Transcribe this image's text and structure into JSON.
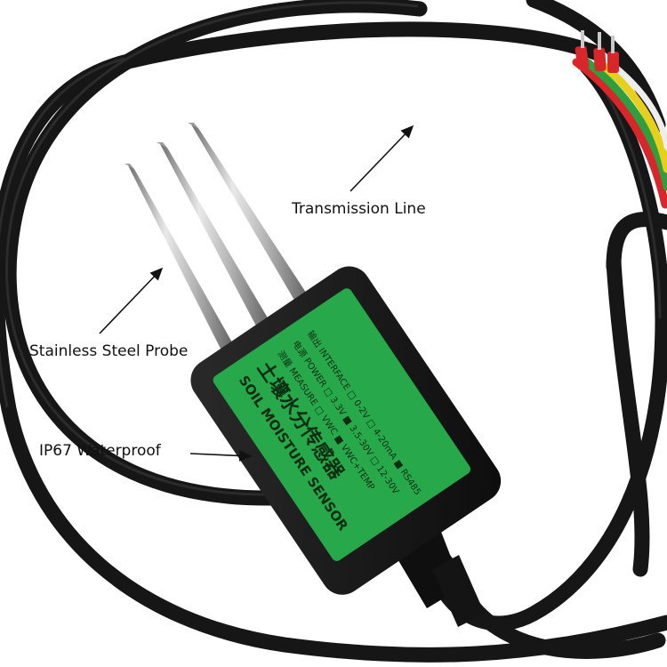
{
  "callouts": {
    "transmission_line": "Transmission Line",
    "probe": "Stainless Steel Probe",
    "waterproof": "IP67 Waterproof"
  },
  "label": {
    "title_en": "SOIL MOISTURE SENSOR",
    "title_cn": "土壤水分传感器",
    "measure": "测量 MEASURE  □ VWC  ■ VWC+TEMP",
    "power": "电源 POWER  □ 3.3V  ■ 3.5-30V  □ 12-30V",
    "interface": "输出 INTERFACE  □ 0-2V  □ 4-20mA  ■ RS485"
  },
  "colors": {
    "label_green": "#27a84a",
    "housing": "#151515",
    "cable": "#1a1a1a",
    "wire_red": "#d8262b",
    "wire_green": "#2e9e3f",
    "wire_yellow": "#e7cf1c",
    "wire_white": "#ededed"
  }
}
